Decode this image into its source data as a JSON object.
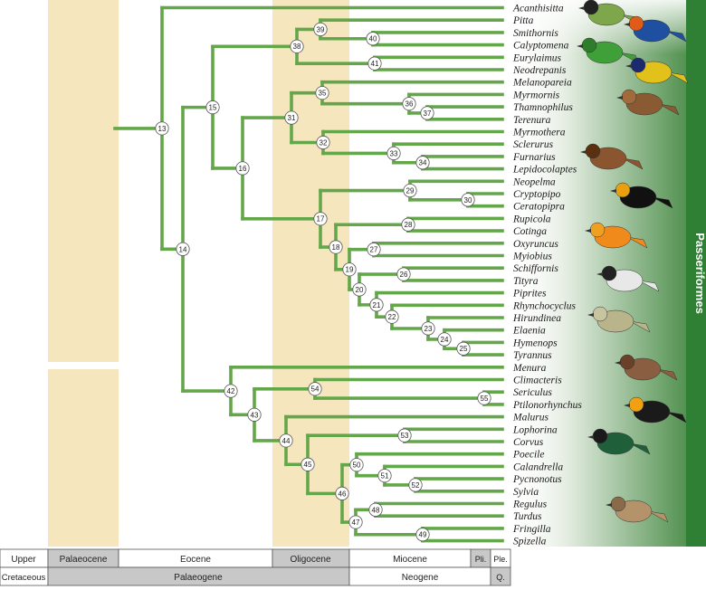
{
  "taxa": [
    "Acanthisitta",
    "Pitta",
    "Smithornis",
    "Calyptomena",
    "Eurylaimus",
    "Neodrepanis",
    "Melanopareia",
    "Myrmornis",
    "Thamnophilus",
    "Terenura",
    "Myrmothera",
    "Sclerurus",
    "Furnarius",
    "Lepidocolaptes",
    "Neopelma",
    "Cryptopipo",
    "Ceratopipra",
    "Rupicola",
    "Cotinga",
    "Oxyruncus",
    "Myiobius",
    "Schiffornis",
    "Tityra",
    "Piprites",
    "Rhynchocyclus",
    "Hirundinea",
    "Elaenia",
    "Hymenops",
    "Tyrannus",
    "Menura",
    "Climacteris",
    "Sericulus",
    "Ptilonorhynchus",
    "Malurus",
    "Lophorina",
    "Corvus",
    "Poecile",
    "Calandrella",
    "Pycnonotus",
    "Sylvia",
    "Regulus",
    "Turdus",
    "Fringilla",
    "Spizella"
  ],
  "clade_label": "Passeriformes",
  "timescale": {
    "row1": [
      "Upper",
      "Palaeocene",
      "Eocene",
      "Oligocene",
      "Miocene",
      "Pli.",
      "Ple."
    ],
    "row2": [
      "Cretaceous",
      "Palaeogene",
      "Neogene",
      "Q."
    ]
  },
  "colors": {
    "branch": "#63a74a",
    "band": "#f5e6bd",
    "clade_bar": "#2f7f34"
  },
  "nodes": [
    {
      "id": 13,
      "label": "13"
    },
    {
      "id": 14,
      "label": "14"
    },
    {
      "id": 15,
      "label": "15"
    },
    {
      "id": 16,
      "label": "16"
    },
    {
      "id": 17,
      "label": "17"
    },
    {
      "id": 18,
      "label": "18"
    },
    {
      "id": 19,
      "label": "19"
    },
    {
      "id": 20,
      "label": "20"
    },
    {
      "id": 21,
      "label": "21"
    },
    {
      "id": 22,
      "label": "22"
    },
    {
      "id": 23,
      "label": "23"
    },
    {
      "id": 24,
      "label": "24"
    },
    {
      "id": 25,
      "label": "25"
    },
    {
      "id": 26,
      "label": "26"
    },
    {
      "id": 27,
      "label": "27"
    },
    {
      "id": 28,
      "label": "28"
    },
    {
      "id": 29,
      "label": "29"
    },
    {
      "id": 30,
      "label": "30"
    },
    {
      "id": 31,
      "label": "31"
    },
    {
      "id": 32,
      "label": "32"
    },
    {
      "id": 33,
      "label": "33"
    },
    {
      "id": 34,
      "label": "34"
    },
    {
      "id": 35,
      "label": "35"
    },
    {
      "id": 36,
      "label": "36"
    },
    {
      "id": 37,
      "label": "37"
    },
    {
      "id": 38,
      "label": "38"
    },
    {
      "id": 39,
      "label": "39"
    },
    {
      "id": 40,
      "label": "40"
    },
    {
      "id": 41,
      "label": "41"
    },
    {
      "id": 42,
      "label": "42"
    },
    {
      "id": 43,
      "label": "43"
    },
    {
      "id": 44,
      "label": "44"
    },
    {
      "id": 45,
      "label": "45"
    },
    {
      "id": 46,
      "label": "46"
    },
    {
      "id": 47,
      "label": "47"
    },
    {
      "id": 48,
      "label": "48"
    },
    {
      "id": 49,
      "label": "49"
    },
    {
      "id": 50,
      "label": "50"
    },
    {
      "id": 51,
      "label": "51"
    },
    {
      "id": 52,
      "label": "52"
    },
    {
      "id": 53,
      "label": "53"
    },
    {
      "id": 54,
      "label": "54"
    },
    {
      "id": 55,
      "label": "55"
    }
  ],
  "illustrations": [
    "bird-illustration",
    "bird-illustration",
    "bird-illustration",
    "bird-illustration",
    "bird-illustration",
    "bird-illustration",
    "bird-illustration",
    "bird-illustration",
    "bird-illustration",
    "bird-illustration",
    "bird-illustration",
    "bird-illustration",
    "bird-illustration",
    "bird-illustration"
  ]
}
